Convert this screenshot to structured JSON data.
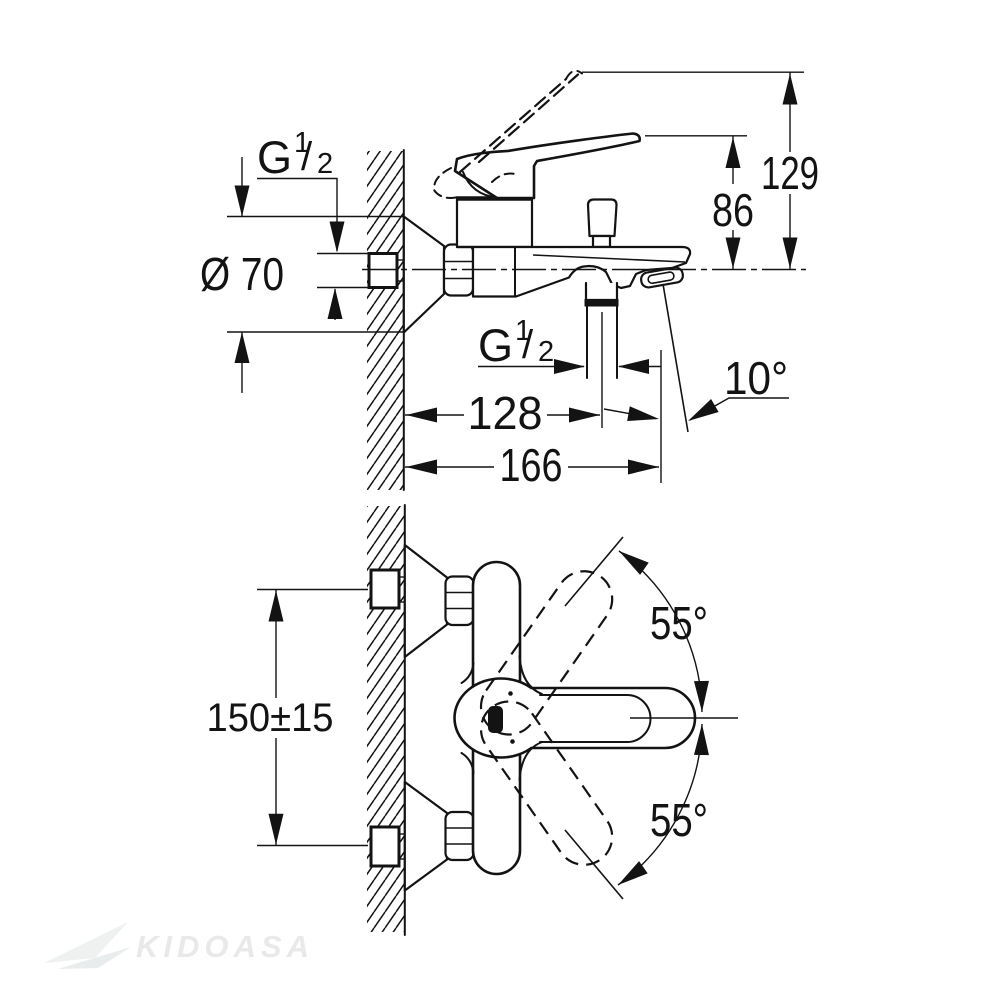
{
  "colors": {
    "ink": "#131313",
    "watermark_text": "#e9e9e9",
    "watermark_logo": "#eef0f0"
  },
  "watermark": {
    "brand": "KIDOASA"
  },
  "side_view": {
    "inlet_thread": {
      "base": "G",
      "numerator": "1",
      "slash": "/",
      "denominator": "2"
    },
    "escutcheon_diameter": "Ø 70",
    "height_handle_open": "129",
    "height_handle": "86",
    "shower_outlet_thread": {
      "base": "G",
      "numerator": "1",
      "slash": "/",
      "denominator": "2"
    },
    "wall_to_shower_outlet": "128",
    "wall_to_spout_tip": "166",
    "spout_outlet_angle": "10°"
  },
  "front_view": {
    "connection_centers": "150±15",
    "handle_swing_up": "55°",
    "handle_swing_down": "55°"
  }
}
